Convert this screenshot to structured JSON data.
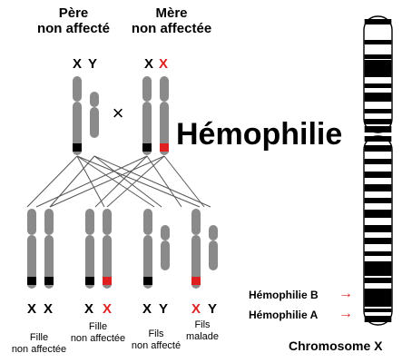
{
  "title": "Hémophilie",
  "colors": {
    "chromosome": "#8a8a8a",
    "normal_band": "#000000",
    "affected_band": "#e02020",
    "cross_lines": "#555555",
    "x_chrom_bands": "#000000"
  },
  "parents": {
    "father": {
      "line1": "Père",
      "line2": "non affecté",
      "chromosomes": [
        "X",
        "Y"
      ]
    },
    "cross_symbol": "×",
    "mother": {
      "line1": "Mère",
      "line2": "non affectée",
      "chromosomes": [
        "X",
        "X"
      ],
      "carrier": "second"
    }
  },
  "children": [
    {
      "chromosomes": [
        "X",
        "X"
      ],
      "caption_line1": "Fille",
      "caption_line2": "non affectée"
    },
    {
      "chromosomes": [
        "X",
        "X"
      ],
      "caption_line1": "Fille",
      "caption_line2": "non affectée",
      "carrier": "second"
    },
    {
      "chromosomes": [
        "X",
        "Y"
      ],
      "caption_line1": "Fils",
      "caption_line2": "non affecté"
    },
    {
      "chromosomes": [
        "X",
        "Y"
      ],
      "caption_line1": "Fils",
      "caption_line2": "malade",
      "affected": "first"
    }
  ],
  "x_chromosome": {
    "label": "Chromosome X",
    "markers": [
      {
        "label": "Hémophilie B",
        "arrow": "→"
      },
      {
        "label": "Hémophilie A",
        "arrow": "→"
      }
    ]
  }
}
